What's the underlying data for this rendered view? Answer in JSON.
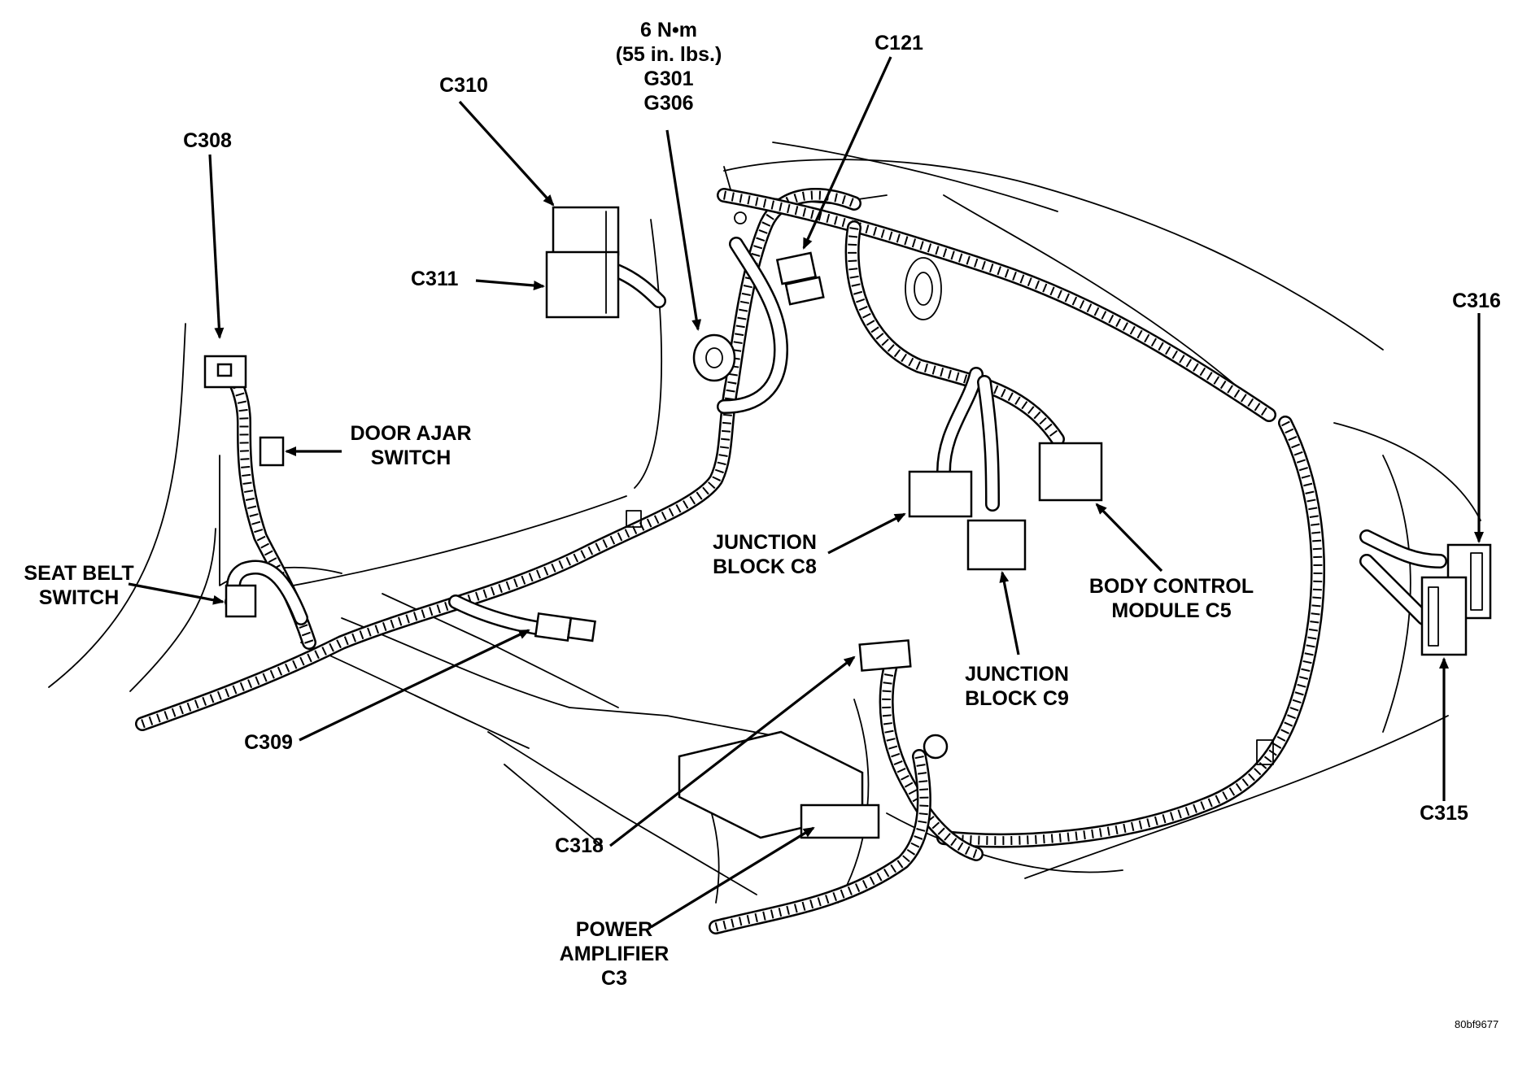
{
  "diagram": {
    "labels": {
      "torque": [
        "6 N•m",
        "(55 in. lbs.)",
        "G301",
        "G306"
      ],
      "c310": "C310",
      "c308": "C308",
      "c311": "C311",
      "c121": "C121",
      "c316": "C316",
      "door_ajar": [
        "DOOR AJAR",
        "SWITCH"
      ],
      "seat_belt": [
        "SEAT BELT",
        "SWITCH"
      ],
      "junction_c8": [
        "JUNCTION",
        "BLOCK C8"
      ],
      "body_control": [
        "BODY CONTROL",
        "MODULE C5"
      ],
      "junction_c9": [
        "JUNCTION",
        "BLOCK C9"
      ],
      "c309": "C309",
      "c318": "C318",
      "c315": "C315",
      "power_amp": [
        "POWER",
        "AMPLIFIER",
        "C3"
      ]
    },
    "figure_code": "80bf9677"
  }
}
